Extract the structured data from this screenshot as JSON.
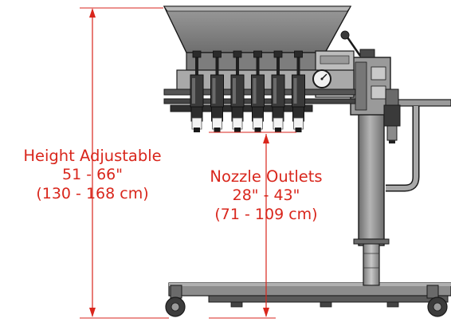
{
  "annotations": {
    "height": {
      "title": "Height Adjustable",
      "range_in": "51 - 66\"",
      "range_cm": "(130  - 168 cm)"
    },
    "nozzle": {
      "title": "Nozzle Outlets",
      "range_in": "28\" - 43\"",
      "range_cm": "(71 - 109 cm)"
    }
  },
  "colors": {
    "dimension_red": "#d9261c",
    "machine_gray": "#8a8a8a",
    "machine_dark": "#4a4a4a",
    "outline": "#1a1a1a"
  },
  "icons": {
    "gauge": "pressure-gauge-icon",
    "caster": "caster-wheel-icon"
  },
  "nozzle_count": 6
}
